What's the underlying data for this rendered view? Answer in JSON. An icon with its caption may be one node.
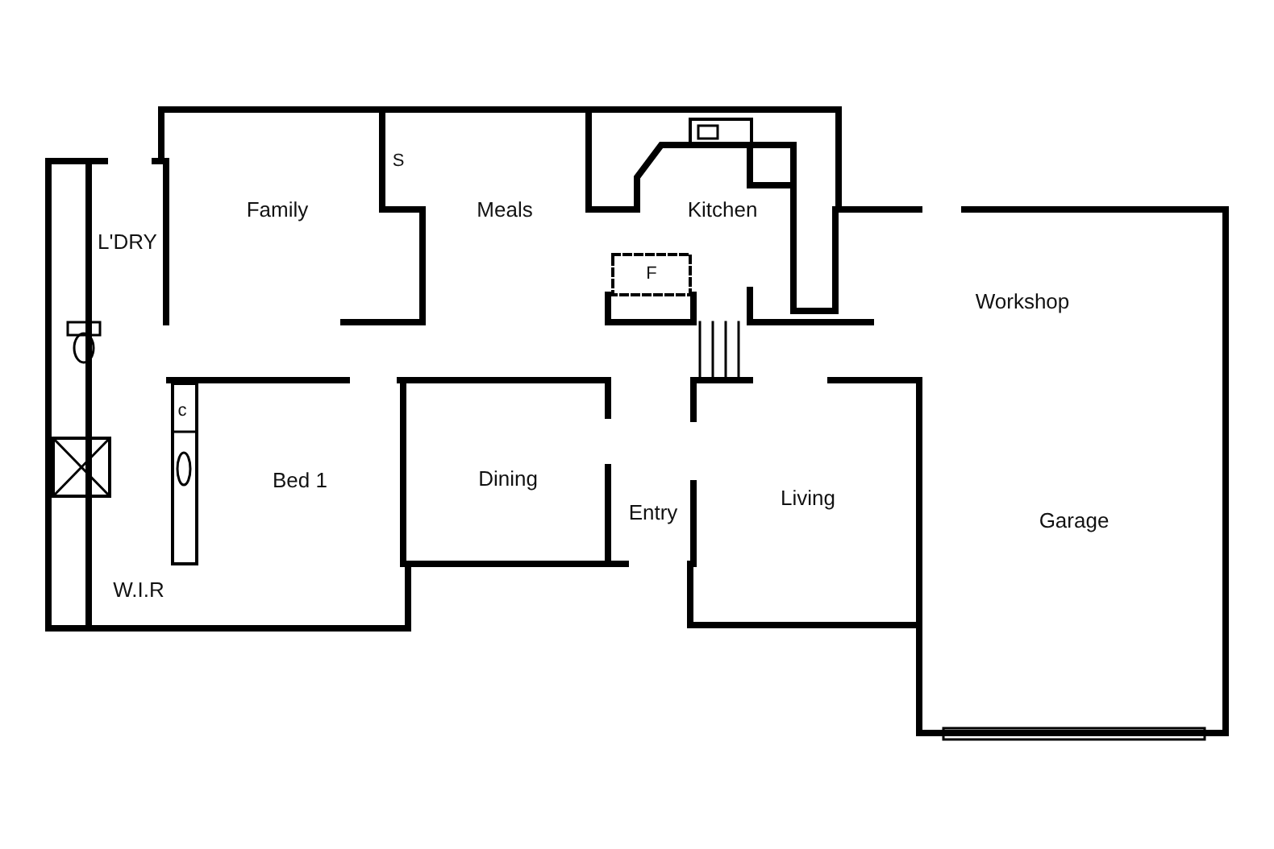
{
  "diagram": {
    "labels": [
      "S",
      "L'DRY",
      "Family",
      "Meals",
      "Kitchen",
      "F",
      "Workshop",
      "c",
      "Bed 1",
      "Dining",
      "Entry",
      "Living",
      "Garage",
      "W.I.R"
    ]
  }
}
